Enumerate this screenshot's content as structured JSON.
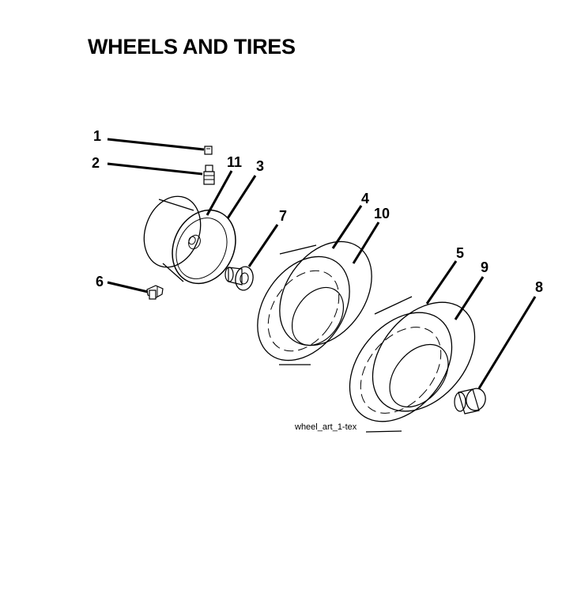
{
  "title": "WHEELS AND TIRES",
  "caption": "wheel_art_1-tex",
  "callouts": [
    {
      "id": "1",
      "label": "1"
    },
    {
      "id": "2",
      "label": "2"
    },
    {
      "id": "3",
      "label": "3"
    },
    {
      "id": "4",
      "label": "4"
    },
    {
      "id": "5",
      "label": "5"
    },
    {
      "id": "6",
      "label": "6"
    },
    {
      "id": "7",
      "label": "7"
    },
    {
      "id": "8",
      "label": "8"
    },
    {
      "id": "9",
      "label": "9"
    },
    {
      "id": "10",
      "label": "10"
    },
    {
      "id": "11",
      "label": "11"
    }
  ]
}
